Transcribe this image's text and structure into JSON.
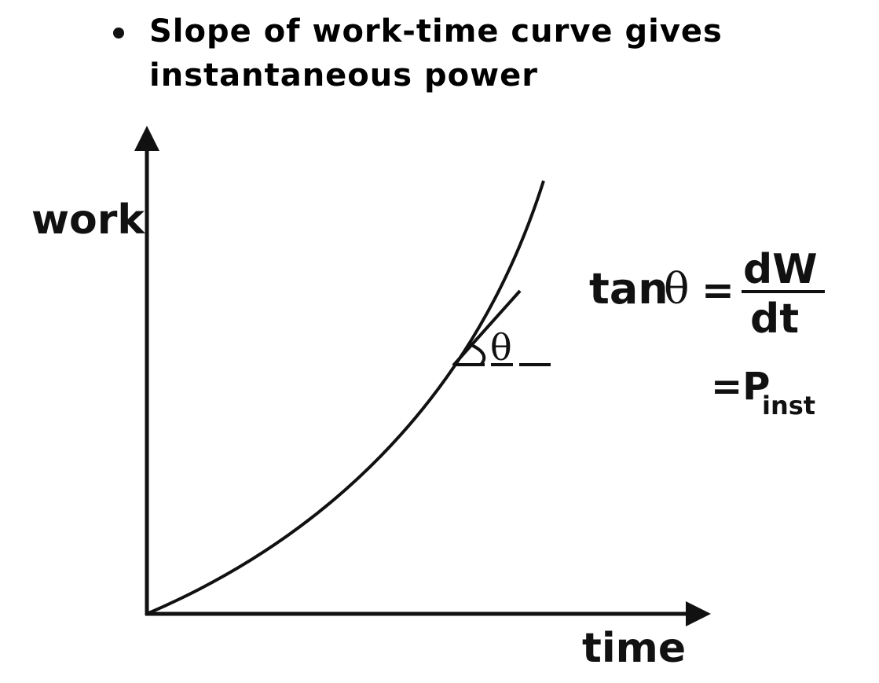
{
  "bullet": {
    "line1": "Slope of work-time curve gives",
    "line2": "instantaneous power"
  },
  "axes": {
    "y_label": "work",
    "x_label": "time"
  },
  "annotation": {
    "angle_symbol": "θ"
  },
  "formula": {
    "lhs_func": "tan",
    "lhs_symbol": "θ",
    "equals": "=",
    "numerator": "dW",
    "denominator": "dt",
    "second_prefix": "=P",
    "subscript": "inst"
  }
}
